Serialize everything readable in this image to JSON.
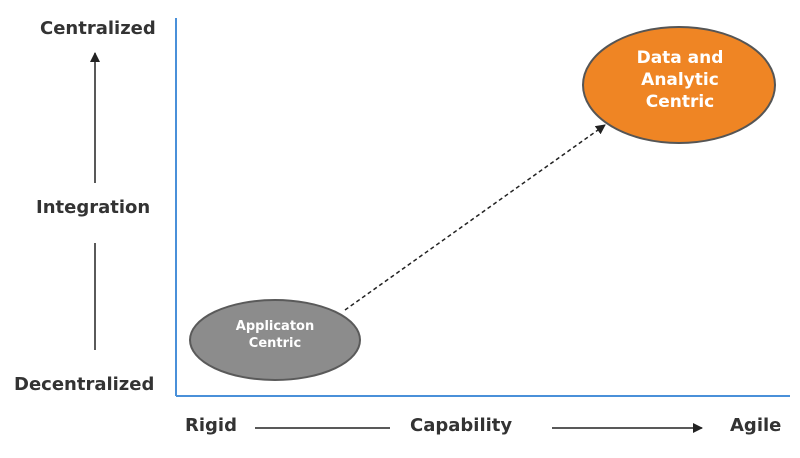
{
  "axes": {
    "y_top": "Centralized",
    "y_middle": "Integration",
    "y_bottom": "Decentralized",
    "x_left": "Rigid",
    "x_middle": "Capability",
    "x_right": "Agile"
  },
  "nodes": {
    "application_centric": {
      "label": "Applicaton\nCentric",
      "color": "#8c8c8c"
    },
    "data_analytic_centric": {
      "label": "Data and\nAnalytic\nCentric",
      "color": "#ef8524"
    }
  },
  "colors": {
    "axis_line": "#4a90d9",
    "arrow": "#222222",
    "text": "#333333"
  }
}
